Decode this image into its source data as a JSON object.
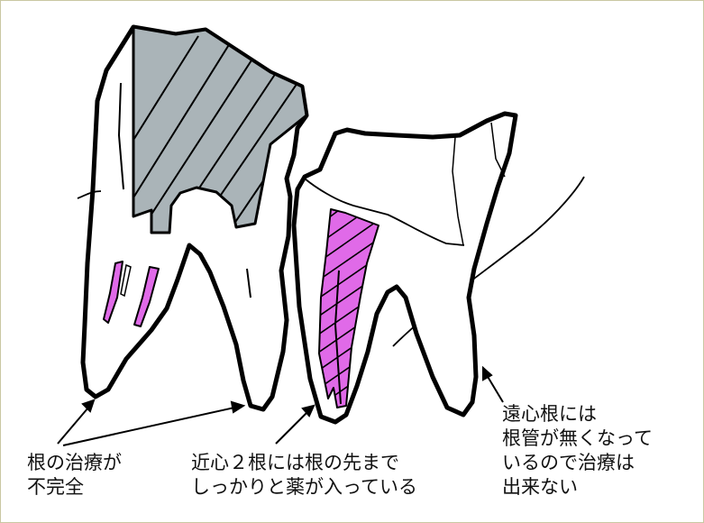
{
  "colors": {
    "outline": "#000000",
    "crown_fill": "#aab4b8",
    "root_fill": "#e06ae8",
    "frame": "#c9c7a2"
  },
  "labels": {
    "left": [
      "根の治療が",
      "不完全"
    ],
    "middle": [
      "近心２根には根の先まで",
      "しっかりと薬が入っている"
    ],
    "right": [
      "遠心根には",
      "根管が無くなって",
      "いるので治療は",
      "出来ない"
    ]
  }
}
